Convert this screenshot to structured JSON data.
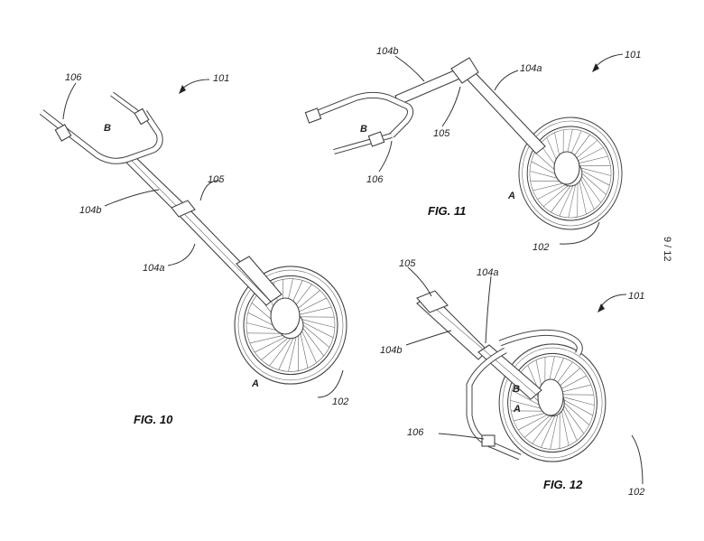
{
  "page_number": "9 / 12",
  "figures": [
    {
      "caption": "FIG. 10",
      "labels": {
        "assembly": "101",
        "handle": "106",
        "end_b": "B",
        "joint": "105",
        "upper_tube": "104b",
        "lower_tube": "104a",
        "end_a": "A",
        "wheel": "102"
      }
    },
    {
      "caption": "FIG. 11",
      "labels": {
        "assembly": "101",
        "upper_tube": "104b",
        "lower_tube": "104a",
        "end_b": "B",
        "joint": "105",
        "handle": "106",
        "end_a": "A",
        "wheel": "102"
      }
    },
    {
      "caption": "FIG. 12",
      "labels": {
        "assembly": "101",
        "joint": "105",
        "lower_tube": "104a",
        "upper_tube": "104b",
        "end_b": "B",
        "end_a": "A",
        "handle": "106",
        "wheel": "102"
      }
    }
  ]
}
